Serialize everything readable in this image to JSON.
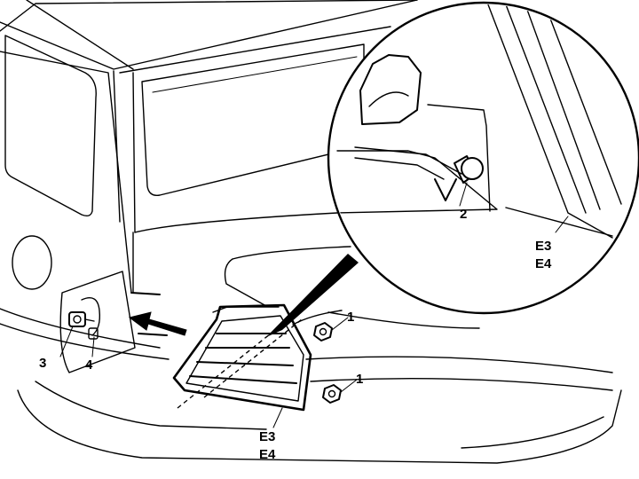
{
  "labels": {
    "nut_upper": "1",
    "nut_lower": "1",
    "bulb_holder": "2",
    "socket_connector": "3",
    "wiring_clip": "4",
    "taillamp_e3": "E3",
    "taillamp_e4": "E4",
    "detail_e3": "E3",
    "detail_e4": "E4"
  },
  "colors": {
    "line": "#000000",
    "background": "#ffffff"
  }
}
